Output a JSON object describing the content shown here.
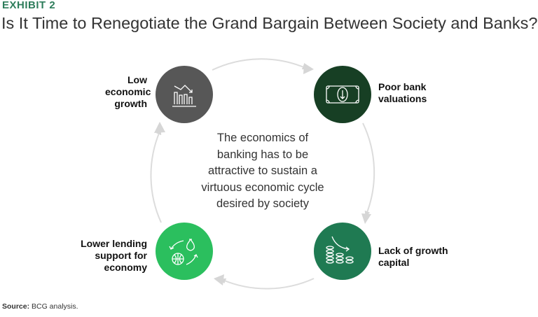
{
  "exhibit_label": "EXHIBIT 2",
  "title": "Is It Time to Renegotiate the Grand Bargain Between Society and Banks?",
  "center_text": [
    "The economics of",
    "banking has to be",
    "attractive to sustain a",
    "virtuous economic cycle",
    "desired by society"
  ],
  "nodes": [
    {
      "label": [
        "Low",
        "economic",
        "growth"
      ],
      "icon": "declining-bar-chart-icon",
      "color": "#575757"
    },
    {
      "label": [
        "Poor bank",
        "valuations"
      ],
      "icon": "banknote-down-arrow-icon",
      "color": "#173f24"
    },
    {
      "label": [
        "Lack of growth",
        "capital"
      ],
      "icon": "coin-stacks-decline-icon",
      "color": "#1f7a52"
    },
    {
      "label": [
        "Lower lending",
        "support for",
        "economy"
      ],
      "icon": "globe-money-cycle-icon",
      "color": "#2bbf5e"
    }
  ],
  "source": {
    "prefix": "Source:",
    "text": " BCG analysis."
  }
}
